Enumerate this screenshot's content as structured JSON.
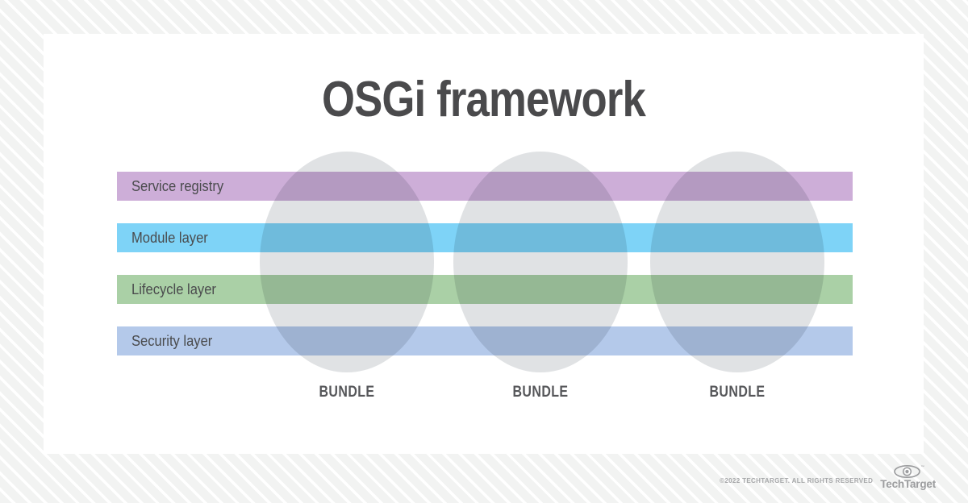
{
  "title": "OSGi framework",
  "diagram": {
    "layers": [
      {
        "label": "Service registry",
        "color": "#cdaed8"
      },
      {
        "label": "Module layer",
        "color": "#7ed3f7"
      },
      {
        "label": "Lifecycle layer",
        "color": "#aad0a6"
      },
      {
        "label": "Security layer",
        "color": "#b4c9ea"
      }
    ],
    "bundles": [
      {
        "label": "BUNDLE"
      },
      {
        "label": "BUNDLE"
      },
      {
        "label": "BUNDLE"
      }
    ],
    "bundle_overlay_color": "#e0e2e4"
  },
  "footer": {
    "copyright": "©2022 TECHTARGET. ALL RIGHTS RESERVED",
    "brand": "TechTarget",
    "brand_icon": "eye-target-icon"
  },
  "colors": {
    "page_background": "#f2f3f2",
    "card_background": "#ffffff",
    "title_text": "#4a4a4c",
    "layer_label_text": "#4a4b4d",
    "bundle_label_text": "#555659",
    "footer_text": "#a6a7a9",
    "logo_gray": "#9c9d9f"
  }
}
